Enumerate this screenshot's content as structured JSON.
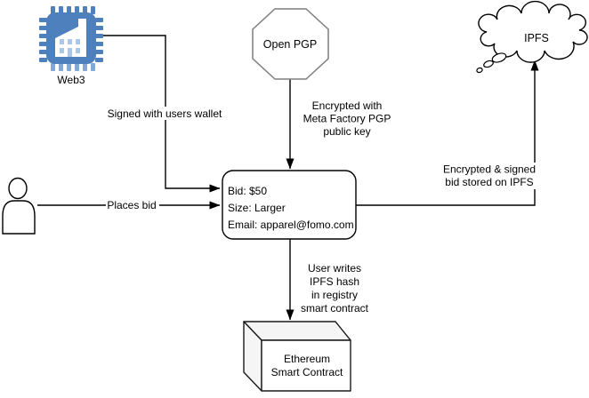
{
  "colors": {
    "chip_blue": "#4e80bd",
    "chip_blue_light": "#82a9d6",
    "window_blue": "#aac7e8",
    "cube_face": "#f5f5f5",
    "line_black": "#000000",
    "octagon_gray": "#7f7f7f"
  },
  "nodes": {
    "web3": {
      "label": "Web3"
    },
    "open_pgp": {
      "label": "Open PGP"
    },
    "ipfs": {
      "label": "IPFS"
    },
    "bid": {
      "lines": [
        "Bid: $50",
        "Size: Larger",
        "Email: apparel@fomo.com"
      ]
    },
    "ethereum": {
      "lines": [
        "Ethereum",
        "Smart Contract"
      ]
    }
  },
  "edges": {
    "signed_wallet": {
      "label": "Signed with users wallet"
    },
    "places_bid": {
      "label": "Places bid"
    },
    "encrypted_pgp": {
      "lines": [
        "Encrypted with",
        "Meta Factory PGP",
        "public key"
      ]
    },
    "stored_ipfs": {
      "lines": [
        "Encrypted & signed",
        "bid stored on IPFS"
      ]
    },
    "writes_hash": {
      "lines": [
        "User writes",
        "IPFS hash",
        "in registry",
        "smart contract"
      ]
    }
  }
}
